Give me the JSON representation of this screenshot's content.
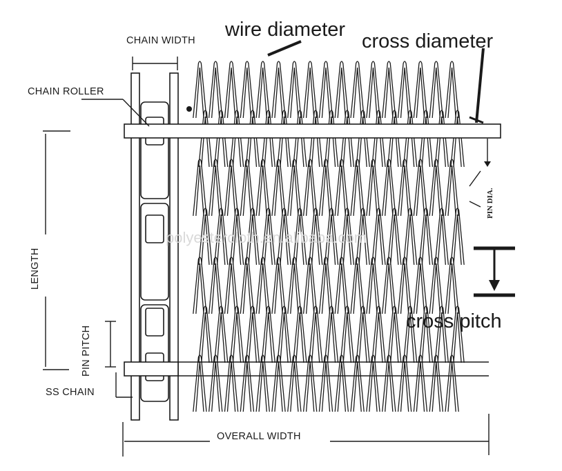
{
  "labels": {
    "chain_width": "CHAIN WIDTH",
    "chain_roller": "CHAIN ROLLER",
    "wire_diameter": "wire diameter",
    "cross_diameter": "cross diameter",
    "pin_dia": "PIN DIA.",
    "length": "LENGTH",
    "pin_pitch": "PIN PITCH",
    "ss_chain": "SS CHAIN",
    "overall_width": "OVERALL WIDTH",
    "cross_pitch": "cross pitch"
  },
  "watermark": "polyestercloth.en.alibaba.com",
  "mesh": {
    "columns": 17,
    "rows": 7
  },
  "colors": {
    "line": "#1a1a1a",
    "background": "#ffffff",
    "watermark": "#d9d9d9"
  }
}
